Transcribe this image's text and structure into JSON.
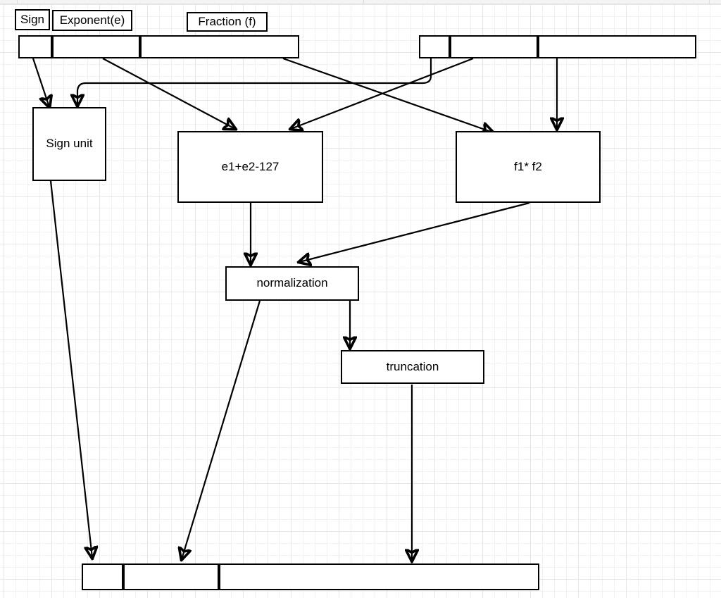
{
  "diagram": {
    "title": "Floating point multiplication datapath",
    "stroke_color": "#000000",
    "grid_minor_color": "#f2f2f2",
    "grid_major_color": "#e6e6e6",
    "canvas_background": "#ffffff"
  },
  "field_labels": [
    {
      "name": "sign",
      "text": "Sign"
    },
    {
      "name": "exponent",
      "text": "Exponent(e)"
    },
    {
      "name": "fraction",
      "text": "Fraction (f)"
    }
  ],
  "operands": [
    {
      "name": "operand-a",
      "fields": [
        "sign",
        "exponent",
        "fraction"
      ]
    },
    {
      "name": "operand-b",
      "fields": [
        "sign",
        "exponent",
        "fraction"
      ]
    }
  ],
  "result": {
    "name": "result-register",
    "fields": [
      "sign",
      "exponent",
      "fraction"
    ]
  },
  "units": [
    {
      "name": "sign-unit",
      "label": "Sign unit"
    },
    {
      "name": "exponent-unit",
      "label": "e1+e2-127"
    },
    {
      "name": "fraction-unit",
      "label": "f1* f2"
    },
    {
      "name": "normalization",
      "label": "normalization"
    },
    {
      "name": "truncation",
      "label": "truncation"
    }
  ]
}
